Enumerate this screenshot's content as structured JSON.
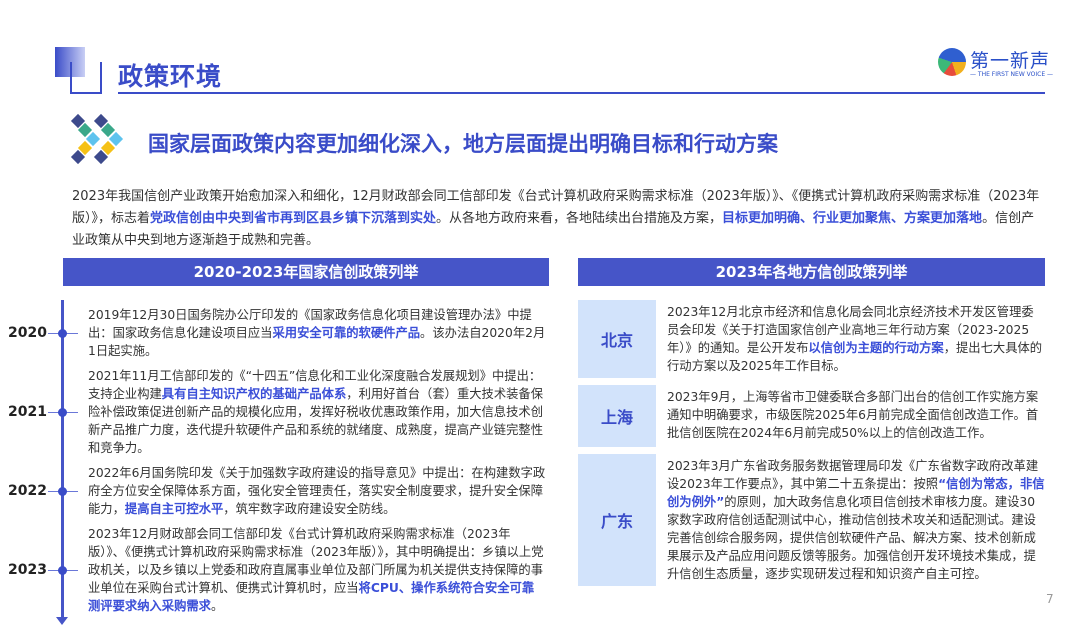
{
  "header": {
    "title": "政策环境",
    "logo": {
      "name": "第一新声",
      "tagline": "— THE FIRST NEW VOICE —"
    }
  },
  "subtitle": "国家层面政策内容更加细化深入，地方层面提出明确目标和行动方案",
  "intro": {
    "p1": "2023年我国信创产业政策开始愈加深入和细化，12月财政部会同工信部印发《台式计算机政府采购需求标准（2023年版）》、《便携式计算机政府采购需求标准（2023年版）》，标志着",
    "h1": "党政信创由中央到省市再到区县乡镇下沉落到实处",
    "p2": "。从各地方政府来看，各地陆续出台措施及方案，",
    "h2": "目标更加明确、行业更加聚焦、方案更加落地",
    "p3": "。信创产业政策从中央到地方逐渐趋于成熟和完善。"
  },
  "national": {
    "header": "2020-2023年国家信创政策列举",
    "items": [
      {
        "year": "2020",
        "a": "2019年12月30日国务院办公厅印发的《国家政务信息化项目建设管理办法》中提出：国家政务信息化建设项目应当",
        "h": "采用安全可靠的软硬件产品",
        "b": "。该办法自2020年2月1日起实施。"
      },
      {
        "year": "2021",
        "a": "2021年11月工信部印发的《“十四五”信息化和工业化深度融合发展规划》中提出：支持企业构建",
        "h": "具有自主知识产权的基础产品体系",
        "b": "，利用好首台（套）重大技术装备保险补偿政策促进创新产品的规模化应用，发挥好税收优惠政策作用，加大信息技术创新产品推广力度，迭代提升软硬件产品和系统的就绪度、成熟度，提高产业链完整性和竞争力。"
      },
      {
        "year": "2022",
        "a": "2022年6月国务院印发《关于加强数字政府建设的指导意见》中提出：在构建数字政府全方位安全保障体系方面，强化安全管理责任，落实安全制度要求，提升安全保障能力，",
        "h": "提高自主可控水平",
        "b": "，筑牢数字政府建设安全防线。"
      },
      {
        "year": "2023",
        "a": "2023年12月财政部会同工信部印发《台式计算机政府采购需求标准（2023年版）》、《便携式计算机政府采购需求标准（2023年版）》，其中明确提出：乡镇以上党政机关，以及乡镇以上党委和政府直属事业单位及部门所属为机关提供支持保障的事业单位在采购台式计算机、便携式计算机时，应当",
        "h": "将CPU、操作系统符合安全可靠测评要求纳入采购需求",
        "b": "。"
      }
    ]
  },
  "local": {
    "header": "2023年各地方信创政策列举",
    "items": [
      {
        "city": "北京",
        "a": "2023年12月北京市经济和信息化局会同北京经济技术开发区管理委员会印发《关于打造国家信创产业高地三年行动方案（2023-2025年）》的通知。是公开发布",
        "h": "以信创为主题的行动方案",
        "b": "，提出七大具体的行动方案以及2025年工作目标。"
      },
      {
        "city": "上海",
        "a": "2023年9月，上海等省市卫健委联合多部门出台的信创工作实施方案通知中明确要求，市级医院2025年6月前完成全面信创改造工作。首批信创医院在2024年6月前完成50%以上的信创改造工作。",
        "h": "",
        "b": ""
      },
      {
        "city": "广东",
        "a": "2023年3月广东省政务服务数据管理局印发《广东省数字政府改革建设2023年工作要点》，其中第二十五条提出：按照",
        "h": "“信创为常态，非信创为例外”",
        "b": "的原则，加大政务信息化项目信创技术审核力度。建设30家数字政府信创适配测试中心，推动信创技术攻关和适配测试。建设完善信创综合服务网，提供信创软硬件产品、解决方案、技术创新成果展示及产品应用问题反馈等服务。加强信创开发环境技术集成，提升信创生态质量，逐步实现研发过程和知识资产自主可控。"
      }
    ]
  },
  "page_number": "7"
}
